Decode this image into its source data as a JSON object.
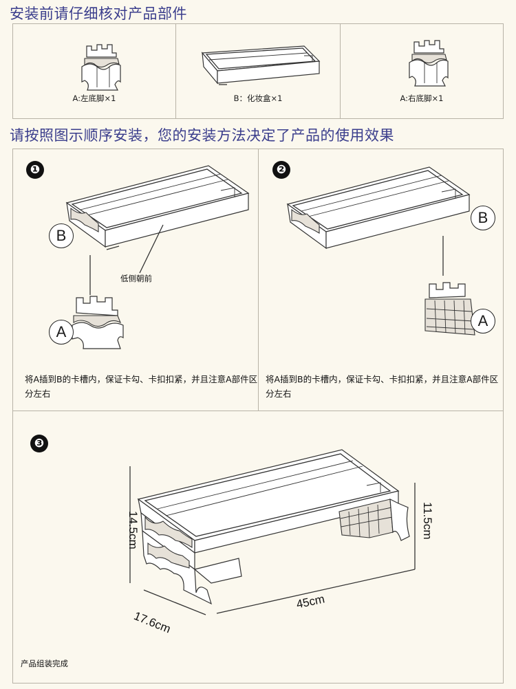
{
  "section1": {
    "title": "安装前请仔细核对产品部件",
    "parts": [
      {
        "label": "A:左底脚×1",
        "icon": "left-foot-icon"
      },
      {
        "label": "B：化妆盒×1",
        "icon": "makeup-box-icon"
      },
      {
        "label": "A:右底脚×1",
        "icon": "right-foot-icon"
      }
    ]
  },
  "section2": {
    "title": "请按照图示顺序安装，您的安装方法决定了产品的使用效果",
    "steps": [
      {
        "number": "❶",
        "label_b": "B",
        "label_a": "A",
        "note": "低侧朝前",
        "text": "将A插到B的卡槽内，保证卡勾、卡扣扣紧，并且注意A部件区分左右"
      },
      {
        "number": "❷",
        "label_b": "B",
        "label_a": "A",
        "text": "将A插到B的卡槽内，保证卡勾、卡扣扣紧，并且注意A部件区分左右"
      },
      {
        "number": "❸",
        "dimensions": {
          "height_left": "14.5cm",
          "height_right": "11.5cm",
          "depth": "17.6cm",
          "width": "45cm"
        },
        "caption": "产品组装完成"
      }
    ]
  },
  "colors": {
    "heading": "#3a3d8c",
    "background": "#fbf8ee",
    "border": "#b7b2a6"
  }
}
